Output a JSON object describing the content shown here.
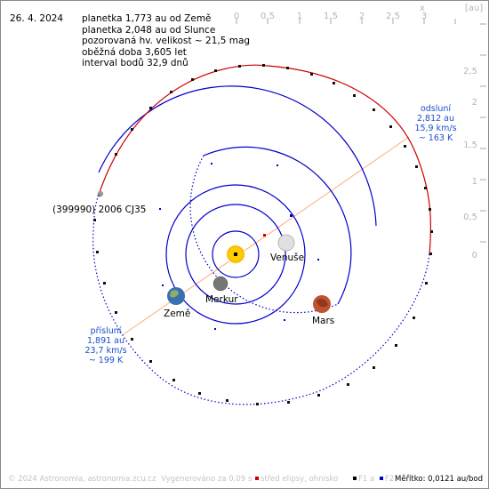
{
  "header": {
    "date": "26. 4. 2024",
    "lines": [
      "planetka 1,773 au od Země",
      "planetka 2,048 au od Slunce",
      "pozorovaná hv. velikost ~ 21,5 mag",
      "oběžná doba 3,605 let",
      "interval bodů 32,9 dnů"
    ]
  },
  "axes": {
    "x_label": "x",
    "unit": "[au]",
    "x_ticks": [
      "0",
      "0,5",
      "1",
      "1,5",
      "2",
      "2,5",
      "3"
    ],
    "y_ticks": [
      "2,5",
      "2",
      "1,5",
      "1",
      "0,5",
      "0"
    ]
  },
  "bodies": {
    "asteroid": "(399990) 2006 CJ35",
    "venus": "Venuše",
    "mercury": "Merkur",
    "earth": "Země",
    "mars": "Mars"
  },
  "aphelion": {
    "title": "odsluní",
    "distance": "2,812 au",
    "speed": "15,9 km/s",
    "temp": "~ 163 K"
  },
  "perihelion": {
    "title": "přísluní",
    "distance": "1,891 au",
    "speed": "23,7 km/s",
    "temp": "~ 199 K"
  },
  "footer": {
    "copyright": "© 2024 Astronomia, astronomia.zcu.cz",
    "generated": "Vygenerováno za 0,09 s",
    "legend_center": "střed elipsy, ohnisko",
    "f1": "F1 a",
    "f2": "F2",
    "scale": "Měřítko: 0,0121 au/bod"
  },
  "colors": {
    "asteroid_near": "#cc0000",
    "asteroid_far": "#0000cc",
    "planet_orbits": "#0000cc",
    "apsis_line": "#ff9955",
    "sun": "#ffcc00",
    "ticks": "#aaaaaa"
  }
}
